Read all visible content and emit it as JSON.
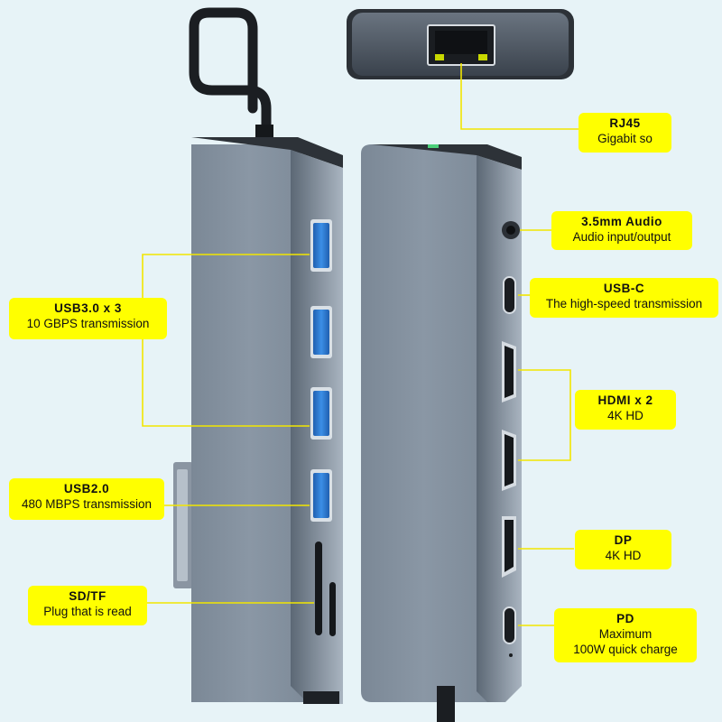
{
  "callouts": {
    "rj45": {
      "title": "RJ45",
      "lines": [
        "Gigabit so"
      ]
    },
    "audio": {
      "title": "3.5mm Audio",
      "lines": [
        "Audio input/output"
      ]
    },
    "usbc": {
      "title": "USB-C",
      "lines": [
        "The high-speed transmission"
      ]
    },
    "hdmi": {
      "title": "HDMI x 2",
      "lines": [
        "4K HD"
      ]
    },
    "dp": {
      "title": "DP",
      "lines": [
        "4K HD"
      ]
    },
    "pd": {
      "title": "PD",
      "lines": [
        "Maximum",
        "100W quick charge"
      ]
    },
    "usb3": {
      "title": "USB3.0  x  3",
      "lines": [
        "10 GBPS transmission"
      ]
    },
    "usb2": {
      "title": "USB2.0",
      "lines": [
        "480 MBPS transmission"
      ]
    },
    "sdtf": {
      "title": "SD/TF",
      "lines": [
        "Plug that is read"
      ]
    }
  },
  "colors": {
    "background": "#e7f3f7",
    "callout": "#ffff00",
    "leader_line": "#f2e600",
    "hub_body": "#8793a1",
    "port_blue": "#2f7fd6"
  }
}
